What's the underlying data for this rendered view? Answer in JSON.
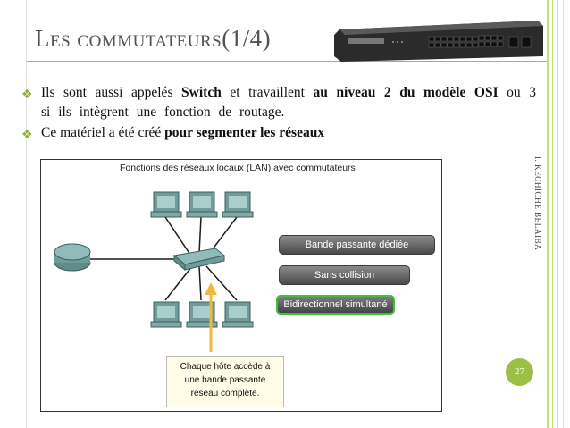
{
  "slide": {
    "title": "Les commutateurs(1/4)",
    "author_side": "I. KECHICHE BELAIBA",
    "page_number": "27"
  },
  "bullets": [
    {
      "parts": [
        {
          "text": "Ils sont aussi appelés ",
          "bold": false
        },
        {
          "text": "Switch",
          "bold": true
        },
        {
          "text": " et travaillent ",
          "bold": false
        },
        {
          "text": "au niveau 2 du modèle OSI",
          "bold": true
        },
        {
          "text": " ou 3 si ils intègrent une fonction de routage.",
          "bold": false
        }
      ]
    },
    {
      "parts": [
        {
          "text": "Ce matériel a été créé ",
          "bold": false
        },
        {
          "text": "pour segmenter les réseaux",
          "bold": true
        }
      ]
    }
  ],
  "diagram": {
    "title": "Fonctions des réseaux locaux (LAN) avec commutateurs",
    "features": [
      {
        "label": "Bande passante dédiée",
        "highlight": false
      },
      {
        "label": "Sans collision",
        "highlight": false
      },
      {
        "label": "Bidirectionnel simultané",
        "highlight": true
      }
    ],
    "callout_lines": [
      "Chaque hôte accède à",
      "une bande passante",
      "réseau complète."
    ]
  },
  "colors": {
    "accent": "#9cbf45",
    "highlight_border": "#3cc33c",
    "arrow": "#f0b93a"
  }
}
